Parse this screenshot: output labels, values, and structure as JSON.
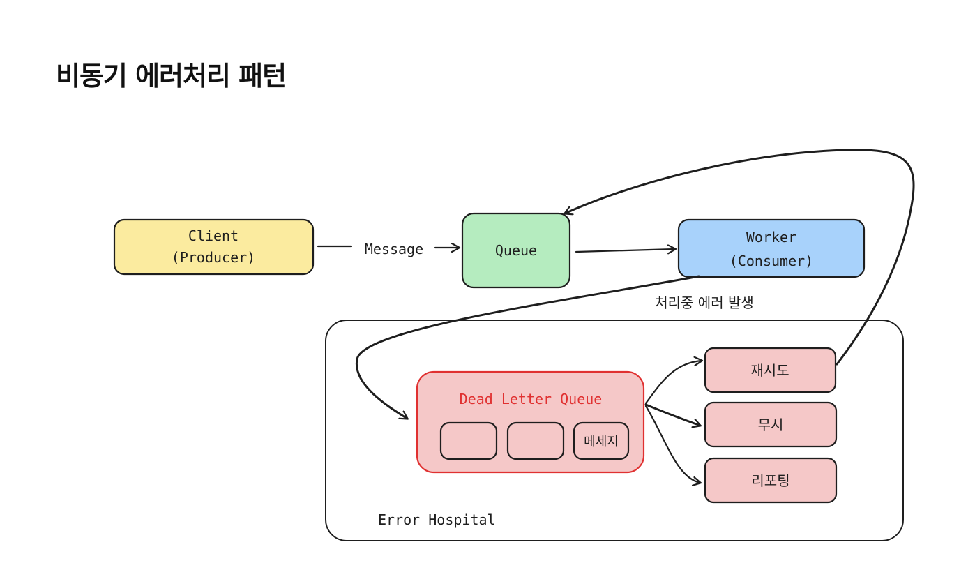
{
  "title": "비동기 에러처리 패턴",
  "nodes": {
    "client": {
      "line1": "Client",
      "line2": "(Producer)"
    },
    "queue": {
      "label": "Queue"
    },
    "worker": {
      "line1": "Worker",
      "line2": "(Consumer)"
    },
    "dlq": {
      "label": "Dead Letter Queue",
      "slot_label": "메세지"
    },
    "retry": {
      "label": "재시도"
    },
    "ignore": {
      "label": "무시"
    },
    "report": {
      "label": "리포팅"
    }
  },
  "edges": {
    "message_label": "Message",
    "error_label": "처리중 에러 발생"
  },
  "group": {
    "label": "Error Hospital"
  },
  "colors": {
    "client_fill": "#fbeb9f",
    "queue_fill": "#b5ecbf",
    "worker_fill": "#a8d2fb",
    "dlq_fill": "#f5c8c8",
    "dlq_stroke": "#e03131",
    "dlq_text": "#e03131",
    "action_fill": "#f5c8c8",
    "stroke": "#1e1e1e"
  }
}
